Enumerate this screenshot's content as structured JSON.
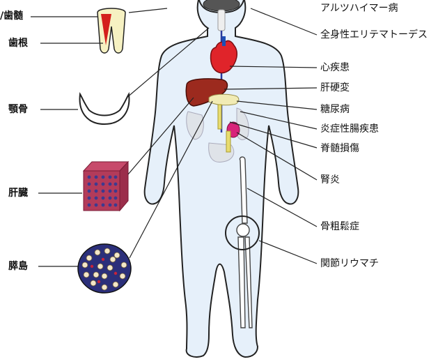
{
  "left_labels": {
    "dental_pulp": "歯髄",
    "dental_root": "歯根",
    "jawbone": "顎骨",
    "liver_tissue": "肝臓",
    "pancreatic_islet": "膵島"
  },
  "right_labels": {
    "alzheimer": "アルツハイマー病",
    "sle": "全身性エリテマトーデス",
    "heart_disease": "心疾患",
    "cirrhosis": "肝硬変",
    "diabetes": "糖尿病",
    "ibd": "炎症性腸疾患",
    "spinal_injury": "脊髄損傷",
    "nephritis": "腎炎",
    "osteoporosis": "骨粗鬆症",
    "rheumatoid_arthritis": "関節リウマチ"
  },
  "colors": {
    "body_fill": "#e6f0fa",
    "outline": "#222222",
    "heart": "#e0242a",
    "liver": "#9c2a1e",
    "pancreas": "#f1ebb4",
    "kidney": "#d8237a",
    "tissue_cube": "#b33b5a",
    "islet": "#2b2f7a"
  }
}
